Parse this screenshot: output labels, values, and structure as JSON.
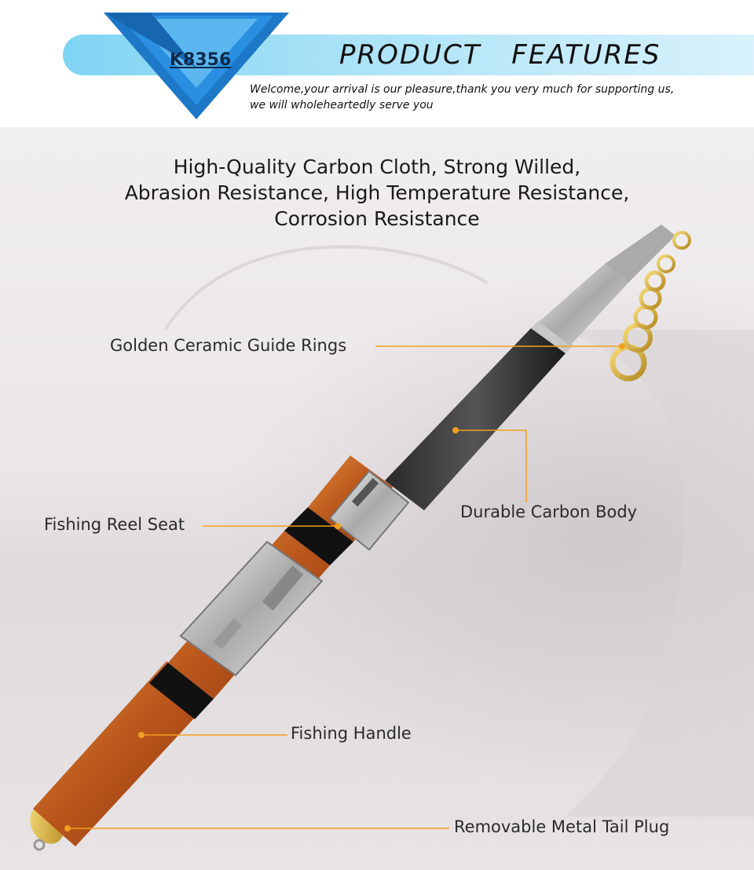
{
  "header": {
    "logo_text": "K8356",
    "title": "PRODUCT   FEATURES",
    "subtitle_lines": [
      "Welcome,your arrival is our pleasure,thank you very much for supporting us,",
      "we will wholeheartedly serve you"
    ]
  },
  "headline": {
    "lines": [
      "High-Quality Carbon Cloth, Strong Willed,",
      "Abrasion Resistance, High Temperature Resistance,",
      "Corrosion Resistance"
    ]
  },
  "callouts": {
    "guide_rings": "Golden Ceramic Guide Rings",
    "carbon_body": "Durable Carbon Body",
    "reel_seat": "Fishing Reel Seat",
    "handle": "Fishing Handle",
    "tail_plug": "Removable Metal Tail Plug"
  },
  "colors": {
    "header_bar": "#7fd4f3",
    "logo_blue": "#1e78c8",
    "leader_line": "#f0a020",
    "handle_wood": "#c4611e",
    "guide_gold": "#d9b24a"
  }
}
